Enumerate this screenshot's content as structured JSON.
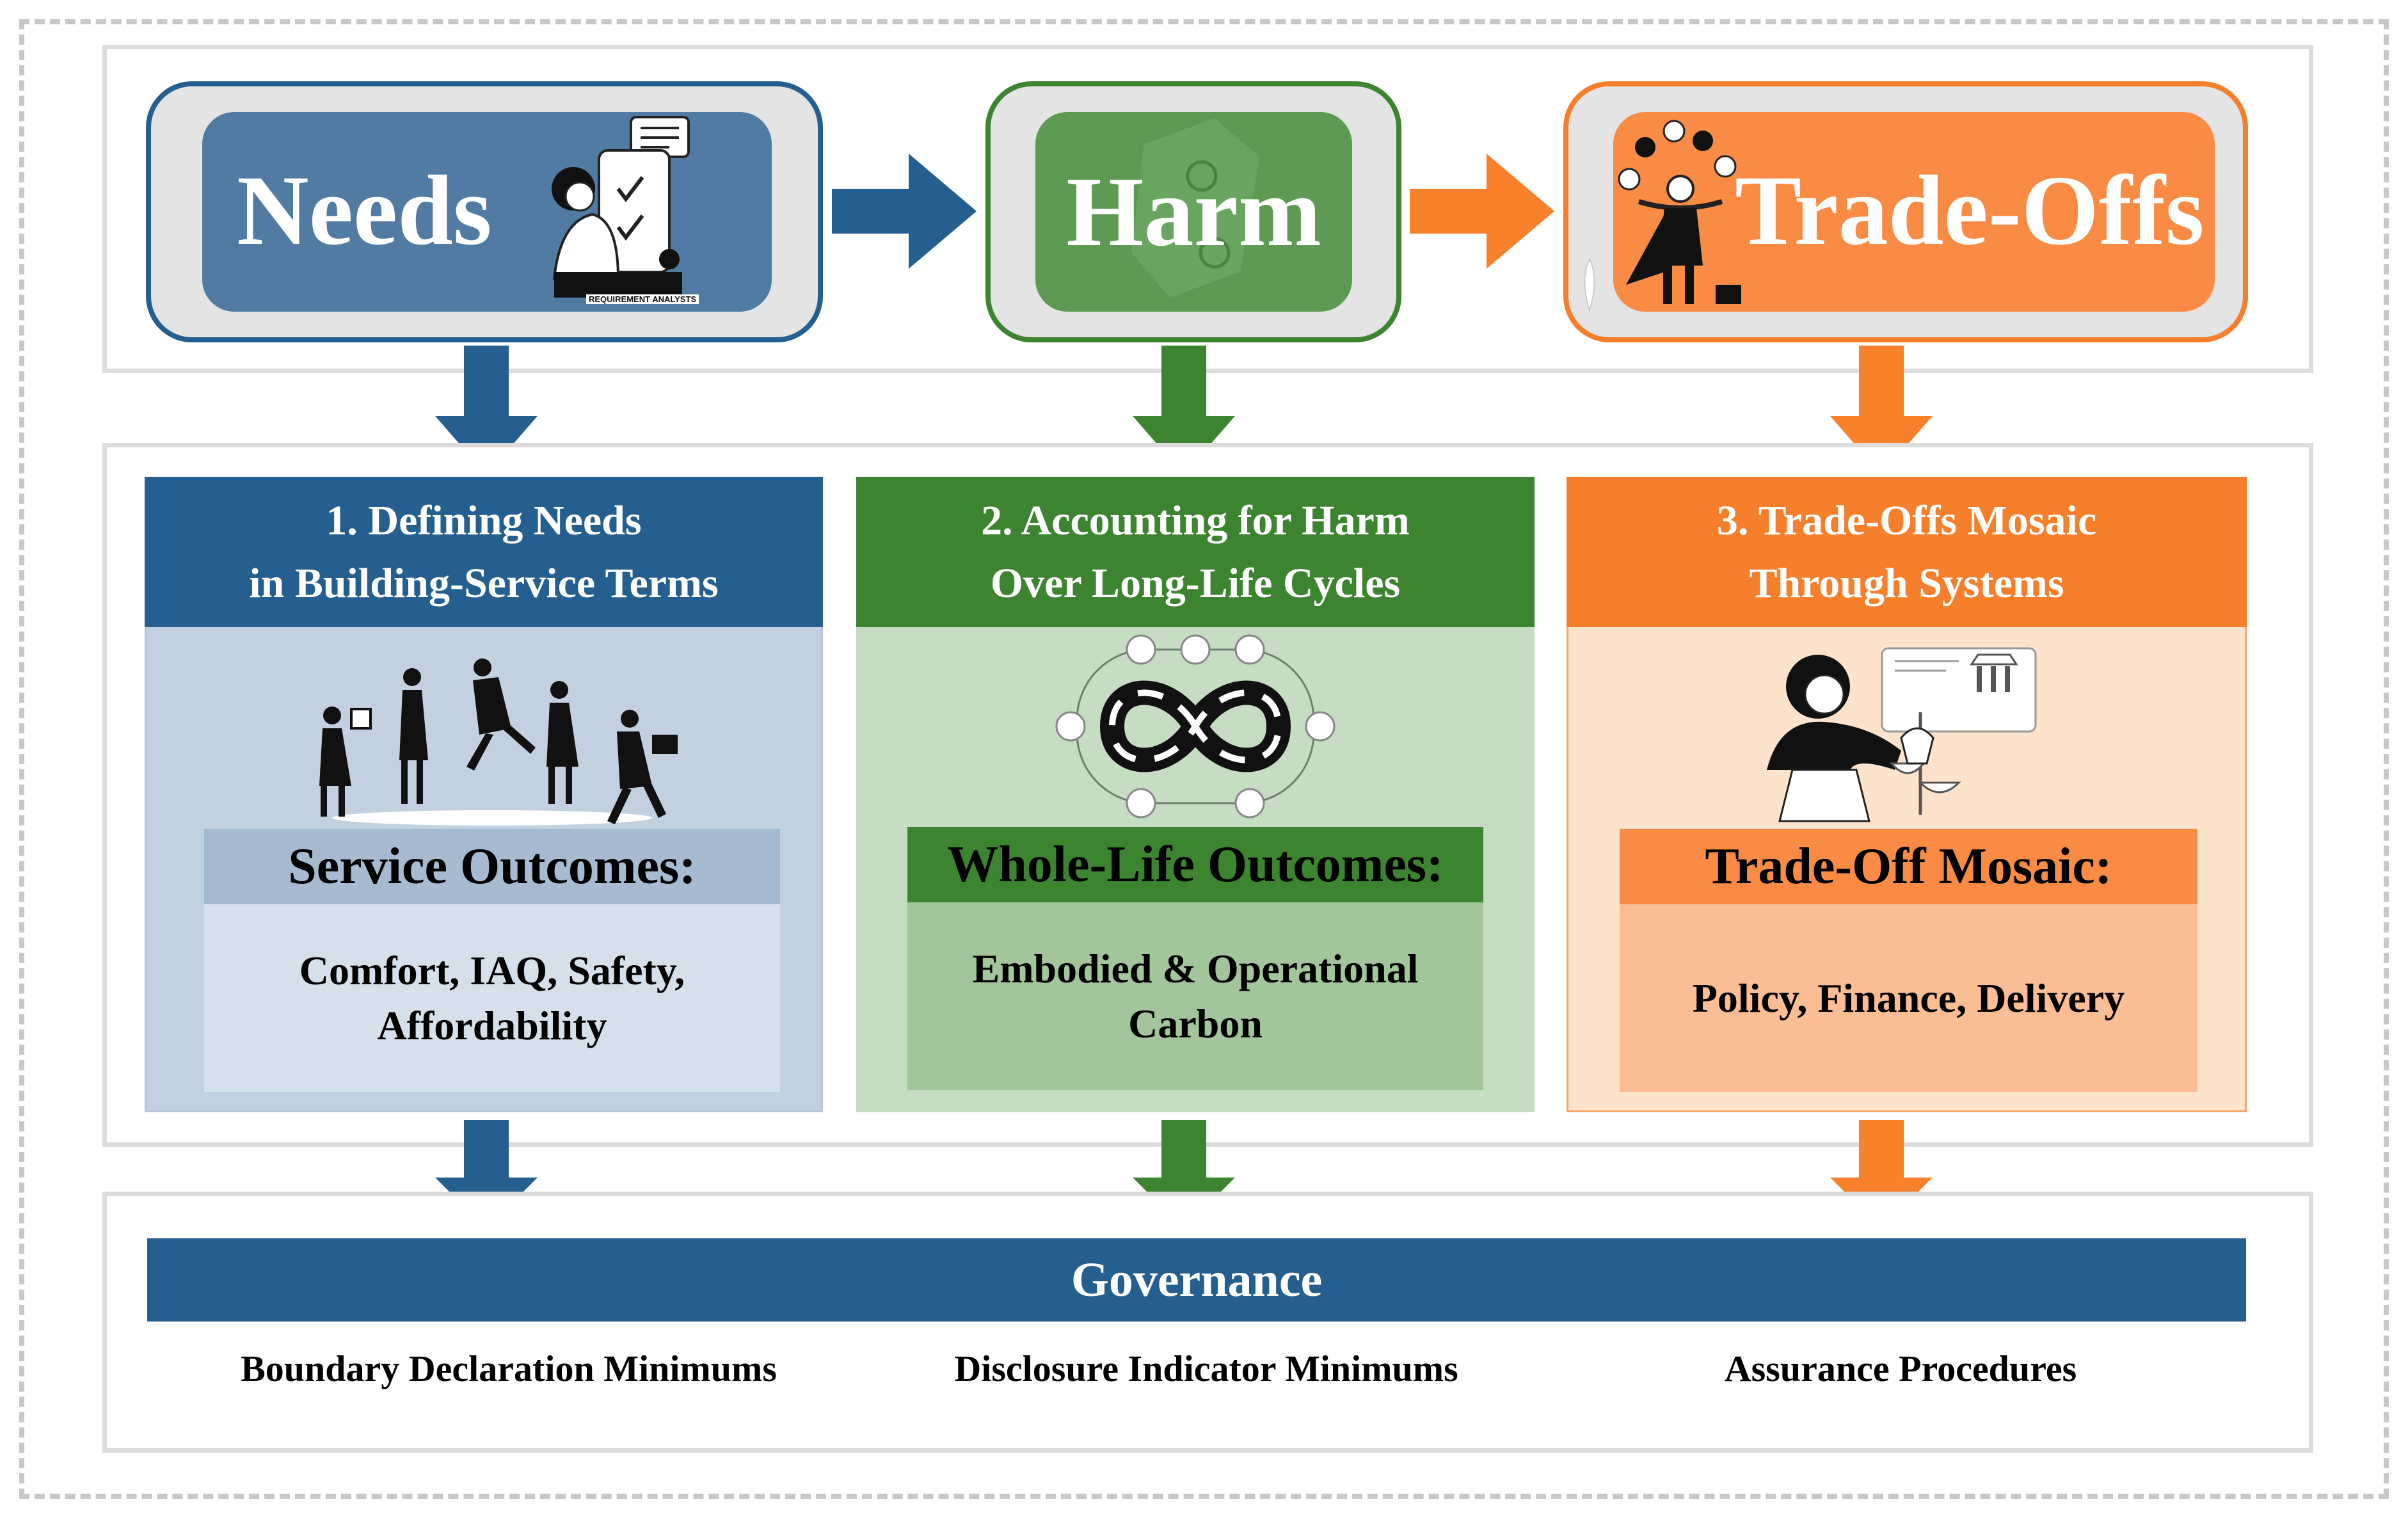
{
  "top": {
    "needs": {
      "label": "Needs",
      "icon_caption": "REQUIREMENT ANALYSTS",
      "color": "#517ba3"
    },
    "harm": {
      "label": "Harm",
      "color": "#5f9a55"
    },
    "tradeoffs": {
      "label": "Trade-Offs",
      "color": "#f98b45"
    }
  },
  "pillars": [
    {
      "title_line1": "1. Defining Needs",
      "title_line2": "in Building-Service Terms",
      "subheading": "Service Outcomes:",
      "detail_line1": "Comfort, IAQ, Safety,",
      "detail_line2": "Affordability",
      "accent": "#245f8f",
      "icon": "celebrating-people-icon"
    },
    {
      "title_line1": "2. Accounting for Harm",
      "title_line2": "Over Long-Life Cycles",
      "subheading": "Whole-Life Outcomes:",
      "detail_line1": "Embodied & Operational",
      "detail_line2": "Carbon",
      "accent": "#3d8431",
      "icon": "infinity-cycle-icon"
    },
    {
      "title_line1": "3. Trade-Offs Mosaic",
      "title_line2": "Through Systems",
      "subheading": "Trade-Off Mosaic:",
      "detail_line1": "Policy, Finance, Delivery",
      "detail_line2": "",
      "accent": "#f57f2a",
      "icon": "person-with-scales-icon"
    }
  ],
  "governance": {
    "title": "Governance",
    "items": [
      "Boundary Declaration Minimums",
      "Disclosure Indicator Minimums",
      "Assurance Procedures"
    ]
  }
}
